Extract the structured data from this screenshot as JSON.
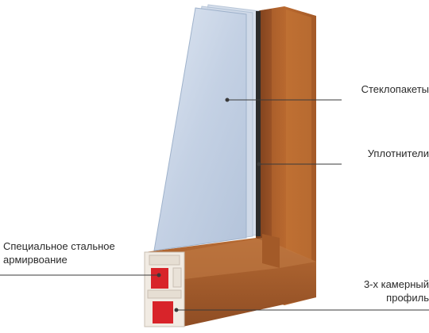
{
  "callouts": {
    "glass_units": "Стеклопакеты",
    "seals": "Уплотнители",
    "profile_line1": "3-х камерный",
    "profile_line2": "профиль",
    "steel_line1": "Специальное стальное",
    "steel_line2": "армирвоание"
  },
  "colors": {
    "wood_dark": "#8a4a22",
    "wood_mid": "#b0642e",
    "wood_light": "#c9793c",
    "glass": "#c9d6e8",
    "pvc": "#f2ede6",
    "steel_red": "#d8242a",
    "leader": "#3a3a3a"
  }
}
